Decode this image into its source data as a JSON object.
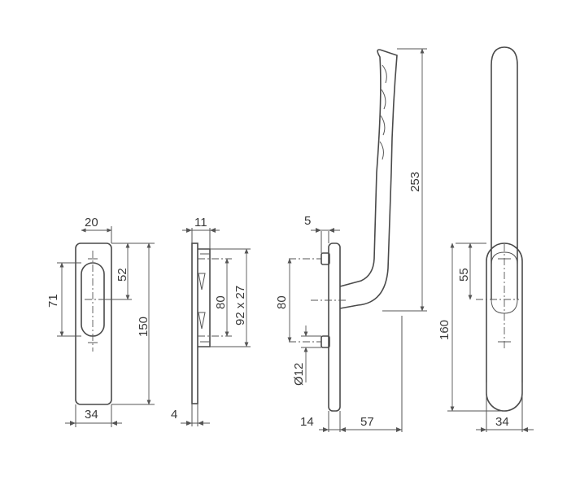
{
  "colors": {
    "line": "#4a4a4a",
    "text": "#3a3a3a",
    "background": "#ffffff"
  },
  "dimensions": {
    "rosette_top_width": "20",
    "rosette_slot_upper": "52",
    "rosette_slot_total": "71",
    "rosette_height": "150",
    "rosette_width": "34",
    "side_thickness_top": "11",
    "side_hole_spacing": "80",
    "side_recess": "92 x 27",
    "side_thickness_bottom": "4",
    "handle_offset_top": "5",
    "handle_hole_spacing": "80",
    "handle_bore": "Ø12",
    "handle_plate_depth": "14",
    "handle_projection": "57",
    "handle_length": "253",
    "front_upper": "55",
    "front_height": "160",
    "front_width": "34"
  }
}
